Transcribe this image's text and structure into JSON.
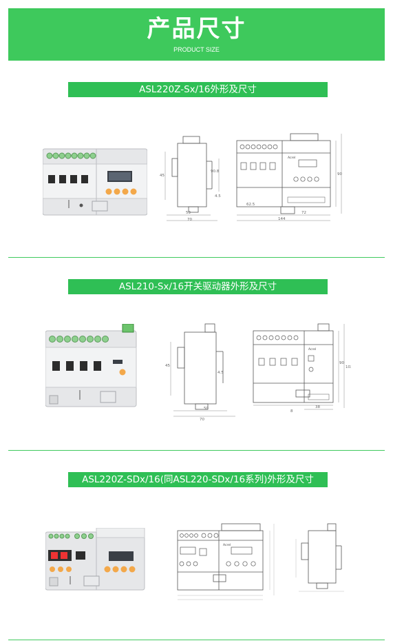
{
  "header": {
    "title": "产品尺寸",
    "subtitle": "PRODUCT SIZE"
  },
  "sections": [
    {
      "label": "ASL220Z-Sx/16外形及尺寸",
      "dims": {
        "side_w": "53",
        "side_total": "70",
        "side_h": "45",
        "side_depth": "90.8",
        "side_clip": "4.5",
        "front_w": "144",
        "front_w2": "72",
        "front_h": "90",
        "mid": "62.5"
      },
      "brand": "Acrel"
    },
    {
      "label": "ASL210-Sx/16开关驱动器外形及尺寸",
      "dims": {
        "side_w": "50",
        "side_total": "70",
        "side_h": "45",
        "side_clip": "4.5",
        "front_w": "8",
        "front_w2": "38",
        "front_h": "90",
        "front_h2": "102"
      },
      "brand": "Acrel"
    },
    {
      "label": "ASL220Z-SDx/16(同ASL220-SDx/16系列)外形及尺寸",
      "brand": "Acrel"
    }
  ],
  "colors": {
    "banner": "#3ec95c",
    "label": "#2fbf55",
    "device_green": "#8ed08e",
    "button_orange": "#f3a84a"
  }
}
